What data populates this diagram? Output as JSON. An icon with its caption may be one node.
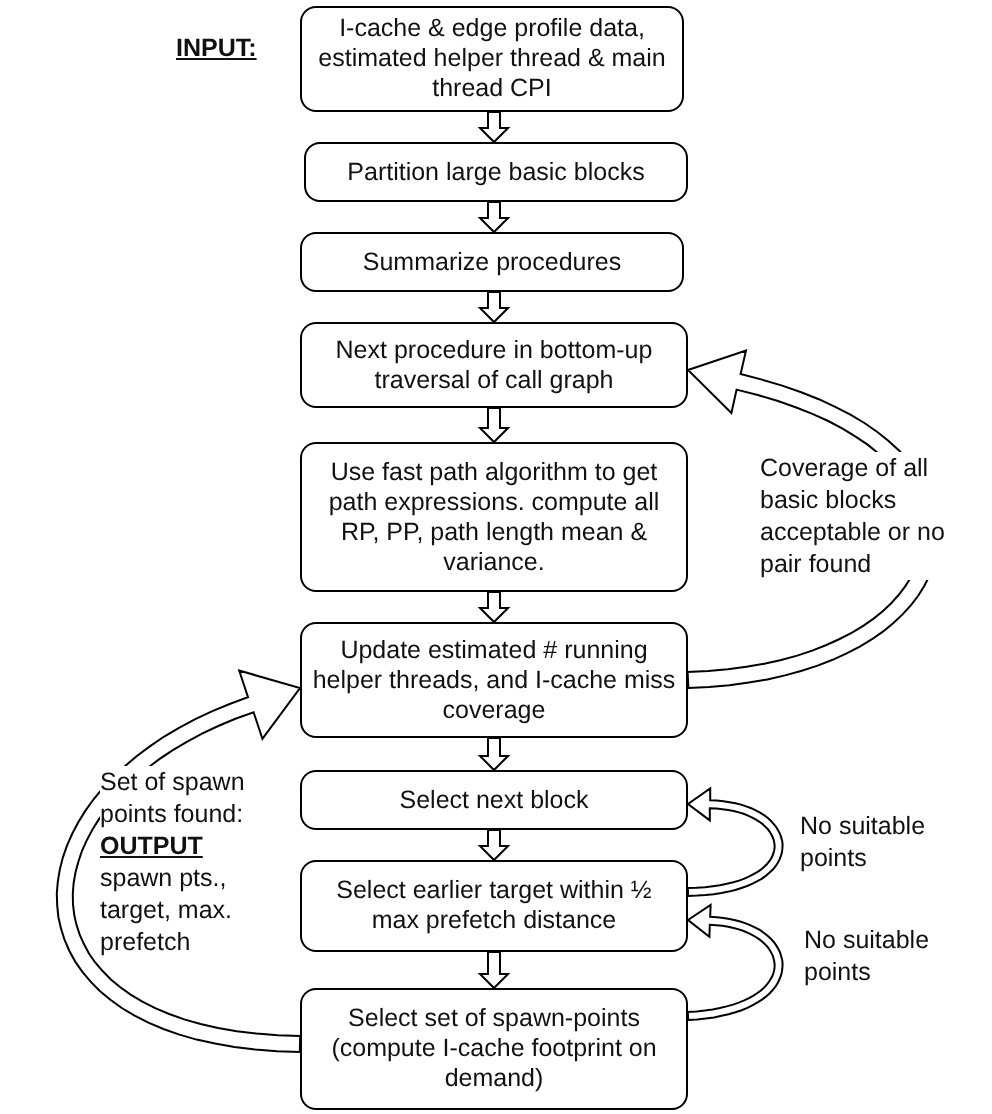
{
  "diagram": {
    "nodes": [
      {
        "text": [
          "I-cache & edge profile data, estimated helper thread & main thread CPI"
        ],
        "beside": [
          "INPUT:"
        ]
      },
      {
        "text": [
          "Partition large basic blocks"
        ]
      },
      {
        "text": [
          "Summarize procedures"
        ]
      },
      {
        "text": [
          "Next procedure in bottom-up traversal of call graph"
        ]
      },
      {
        "text": [
          "Use fast path algorithm to get path expressions. compute all RP, PP,  path length mean & variance."
        ]
      },
      {
        "text": [
          "Update estimated # running helper threads, and I-cache miss coverage"
        ]
      },
      {
        "text": [
          "Select next block"
        ]
      },
      {
        "text": [
          "Select earlier target within ½ max prefetch distance"
        ]
      },
      {
        "text": [
          "Select set of spawn-points (compute I-cache footprint on demand)"
        ]
      }
    ],
    "edges": [
      {
        "from": 0,
        "to": 1,
        "arrow": "to"
      },
      {
        "from": 1,
        "to": 2,
        "arrow": "to"
      },
      {
        "from": 2,
        "to": 3,
        "arrow": "to"
      },
      {
        "from": 3,
        "to": 4,
        "arrow": "to"
      },
      {
        "from": 4,
        "to": 5,
        "arrow": "to"
      },
      {
        "from": 5,
        "to": 3,
        "arrow": "to",
        "label": "Coverage of all basic blocks acceptable or no pair found"
      },
      {
        "from": 5,
        "to": 6,
        "arrow": "to"
      },
      {
        "from": 6,
        "to": 7,
        "arrow": "to"
      },
      {
        "from": 7,
        "to": 8,
        "arrow": "to"
      },
      {
        "from": 7,
        "to": 6,
        "arrow": "to",
        "label": "No suitable points"
      },
      {
        "from": 8,
        "to": 7,
        "arrow": "to",
        "label": "No suitable points"
      },
      {
        "from": 8,
        "to": 5,
        "arrow": "to",
        "label": "Set of spawn points found: **OUTPUT** spawn pts., target, max. prefetch"
      }
    ]
  }
}
